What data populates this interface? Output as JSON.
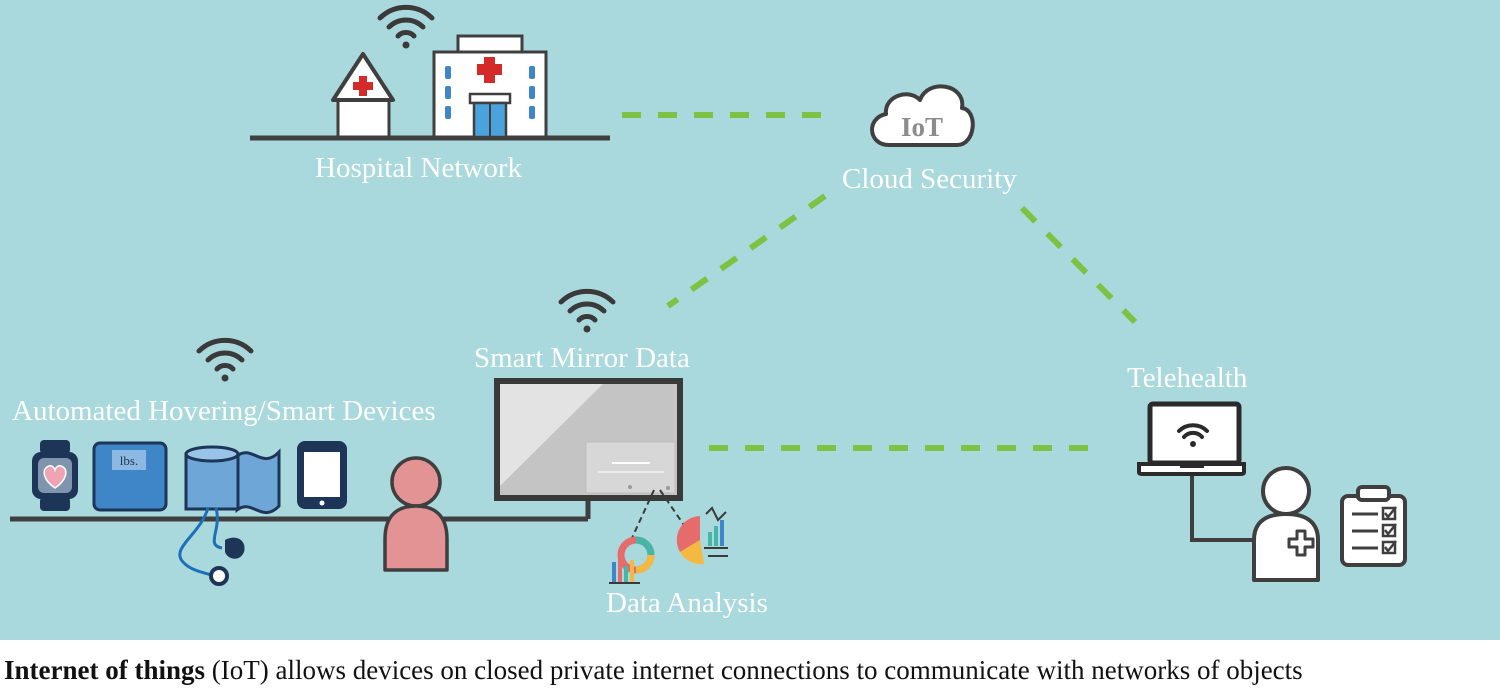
{
  "nodes": {
    "hospital": {
      "label": "Hospital Network"
    },
    "cloud": {
      "label": "Cloud Security",
      "icon_text": "IoT"
    },
    "mirror": {
      "label": "Smart Mirror Data"
    },
    "devices": {
      "label": "Automated Hovering/Smart Devices",
      "scale_text": "lbs."
    },
    "telehealth": {
      "label": "Telehealth"
    },
    "analysis": {
      "label": "Data Analysis"
    }
  },
  "caption": {
    "bold": "Internet of things",
    "rest": " (IoT) allows devices on closed private internet connections to communicate with networks of objects"
  },
  "colors": {
    "background": "#a9d9dc",
    "connector": "#7dc242",
    "outline": "#3f3f3f",
    "device_blue": "#3f86c8",
    "person_pink": "#e49394",
    "cross_red": "#d32a2a",
    "watch_navy": "#1d3557"
  }
}
